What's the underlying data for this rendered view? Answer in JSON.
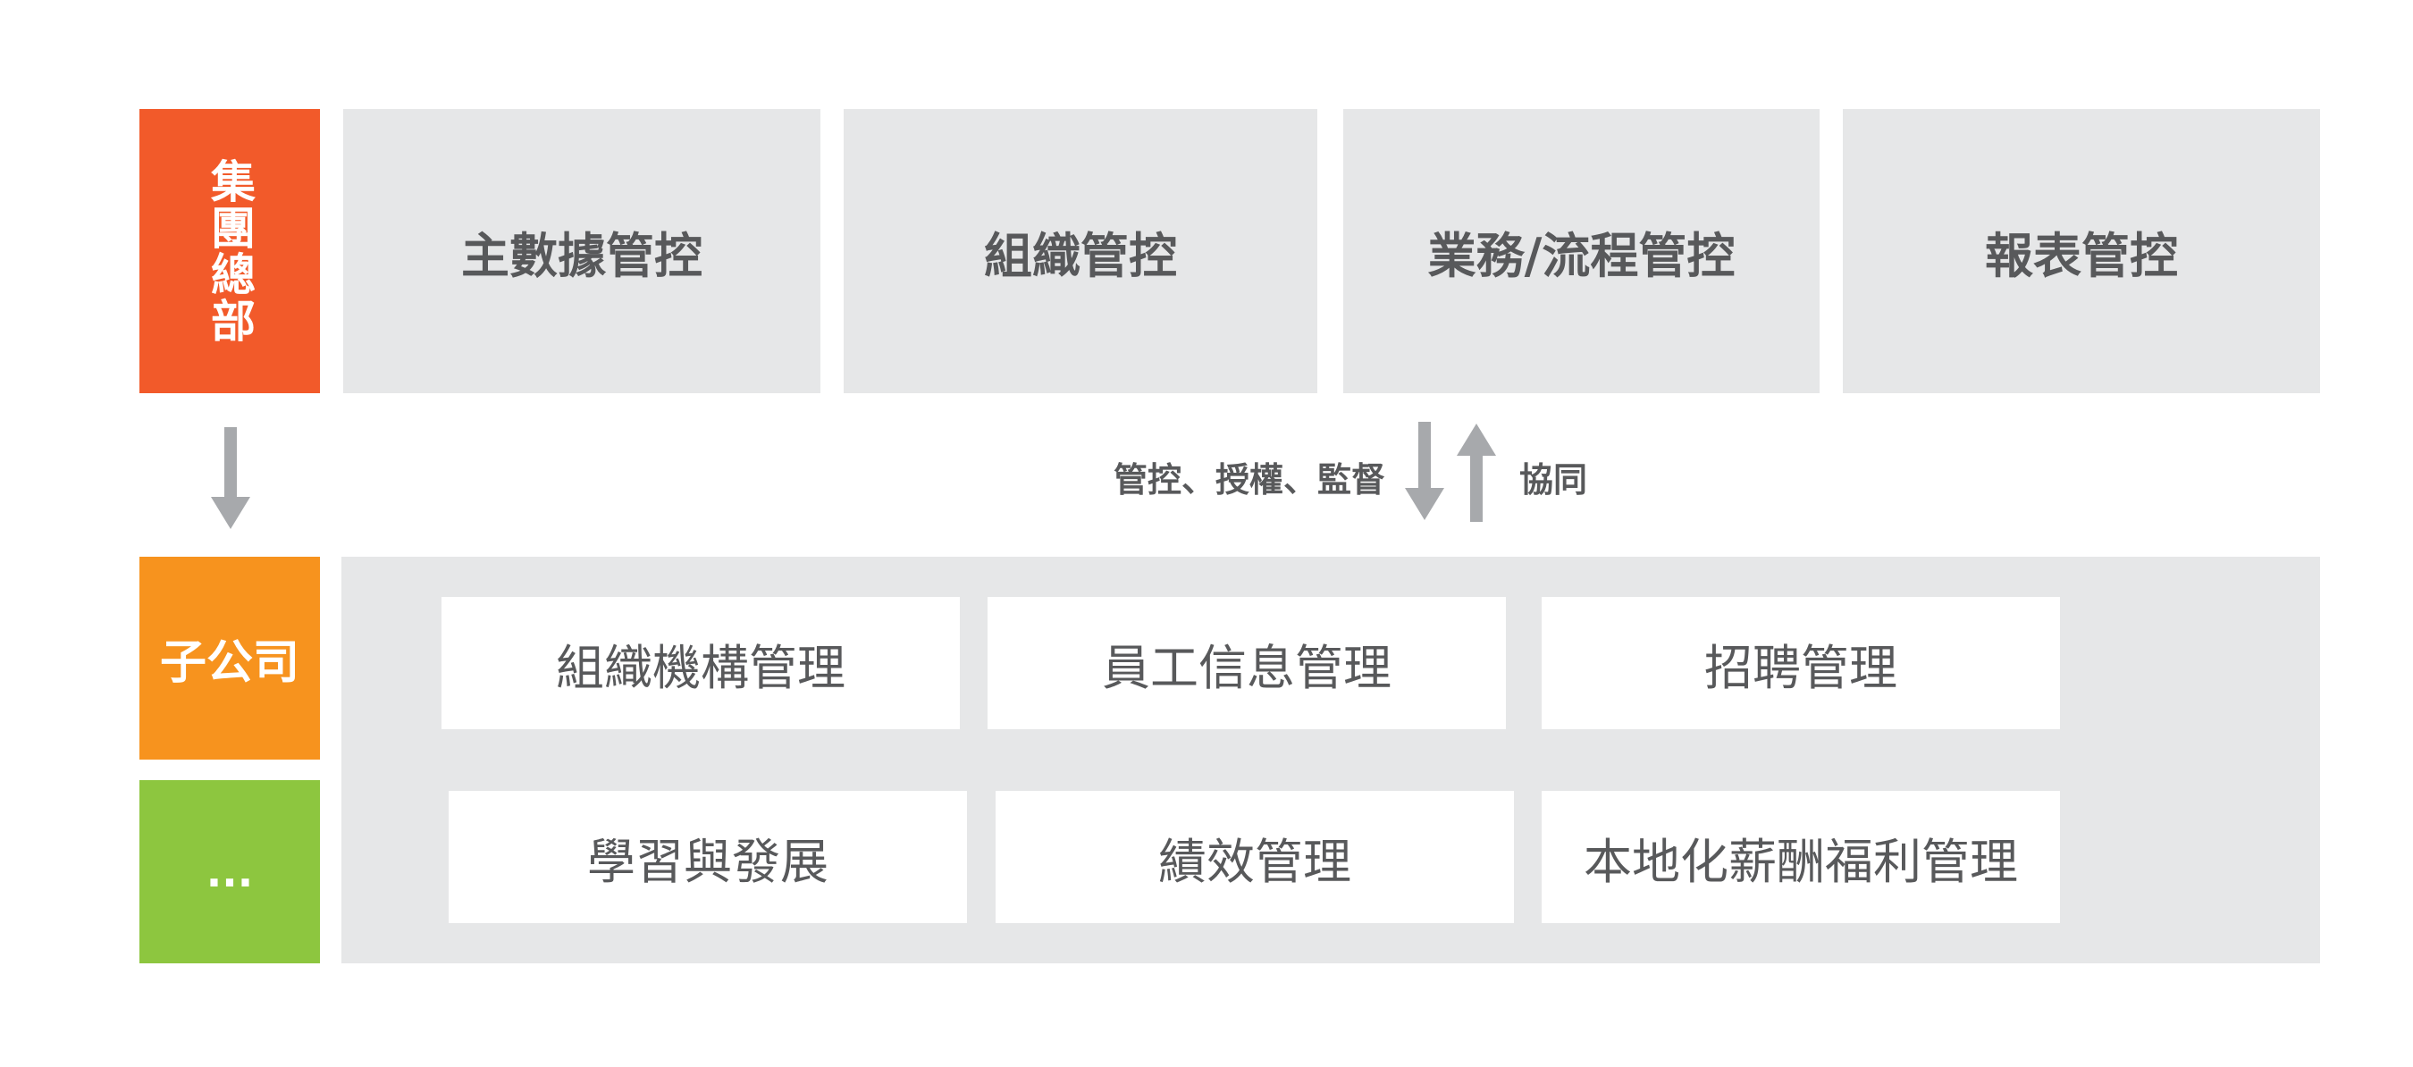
{
  "hq": {
    "label": "集團總部",
    "color": "#f25a2a"
  },
  "subsidiary": {
    "label": "子公司",
    "color": "#f7931e"
  },
  "more": {
    "label": "...",
    "color": "#8dc63f"
  },
  "hq_controls": [
    "主數據管控",
    "組織管控",
    "業務/流程管控",
    "報表管控"
  ],
  "relation": {
    "down_label": "管控、授權、監督",
    "up_label": "協同",
    "arrow_color": "#a7a9ac"
  },
  "modules": {
    "row1": [
      "組織機構管理",
      "員工信息管理",
      "招聘管理"
    ],
    "row2": [
      "學習與發展",
      "績效管理",
      "本地化薪酬福利管理"
    ]
  },
  "colors": {
    "panel": "#e6e7e8",
    "text": "#58595b",
    "card": "#ffffff"
  }
}
